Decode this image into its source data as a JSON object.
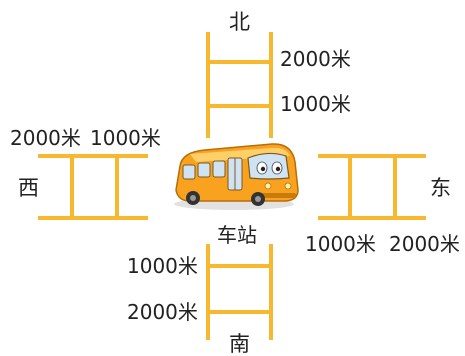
{
  "directions": {
    "north": "北",
    "south": "南",
    "west": "西",
    "east": "东"
  },
  "station": "车站",
  "distances": {
    "north": {
      "near": "1000米",
      "far": "2000米"
    },
    "south": {
      "near": "1000米",
      "far": "2000米"
    },
    "west": {
      "near": "1000米",
      "far": "2000米"
    },
    "east": {
      "near": "1000米",
      "far": "2000米"
    }
  },
  "colors": {
    "road": "#f7b830",
    "bus_body": "#f9a21f",
    "bus_window": "#cfe3f3",
    "bus_wheel": "#333333"
  },
  "icons": {
    "bus": "bus-icon"
  }
}
